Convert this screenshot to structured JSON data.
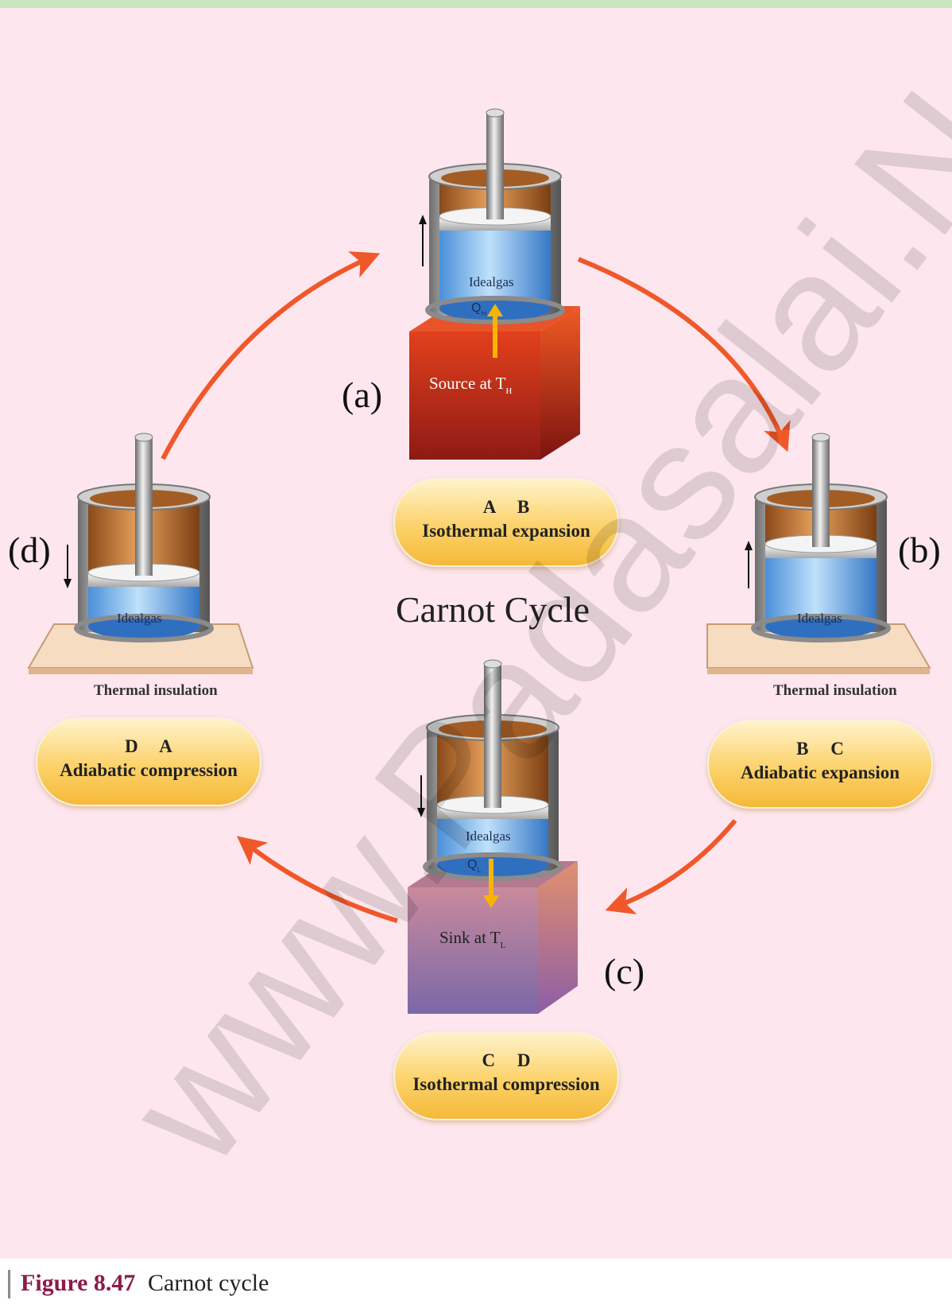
{
  "title": "Carnot Cycle",
  "stages": {
    "a": {
      "label": "(a)",
      "states": "A     B",
      "process": "Isothermal expansion",
      "gas": "Idealgas",
      "heat": "Q",
      "heat_sub": "H",
      "reservoir": "Source at T",
      "reservoir_sub": "H"
    },
    "b": {
      "label": "(b)",
      "states": "B     C",
      "process": "Adiabatic expansion",
      "gas": "Idealgas",
      "base": "Thermal insulation"
    },
    "c": {
      "label": "(c)",
      "states": "C     D",
      "process": "Isothermal compression",
      "gas": "Idealgas",
      "heat": "Q",
      "heat_sub": "L",
      "reservoir": "Sink at T",
      "reservoir_sub": "L"
    },
    "d": {
      "label": "(d)",
      "states": "D     A",
      "process": "Adiabatic compression",
      "gas": "Idealgas",
      "base": "Thermal insulation"
    }
  },
  "caption": {
    "number": "Figure 8.47",
    "text": "Carnot cycle"
  },
  "watermark": "www.Padasalai.Net",
  "colors": {
    "arrow": "#f0582a",
    "background": "#fde6ee",
    "source": "#c4261a",
    "sink": "#a878b8",
    "heat_arrow": "#f7b500",
    "caption_number": "#8c1b4a"
  }
}
